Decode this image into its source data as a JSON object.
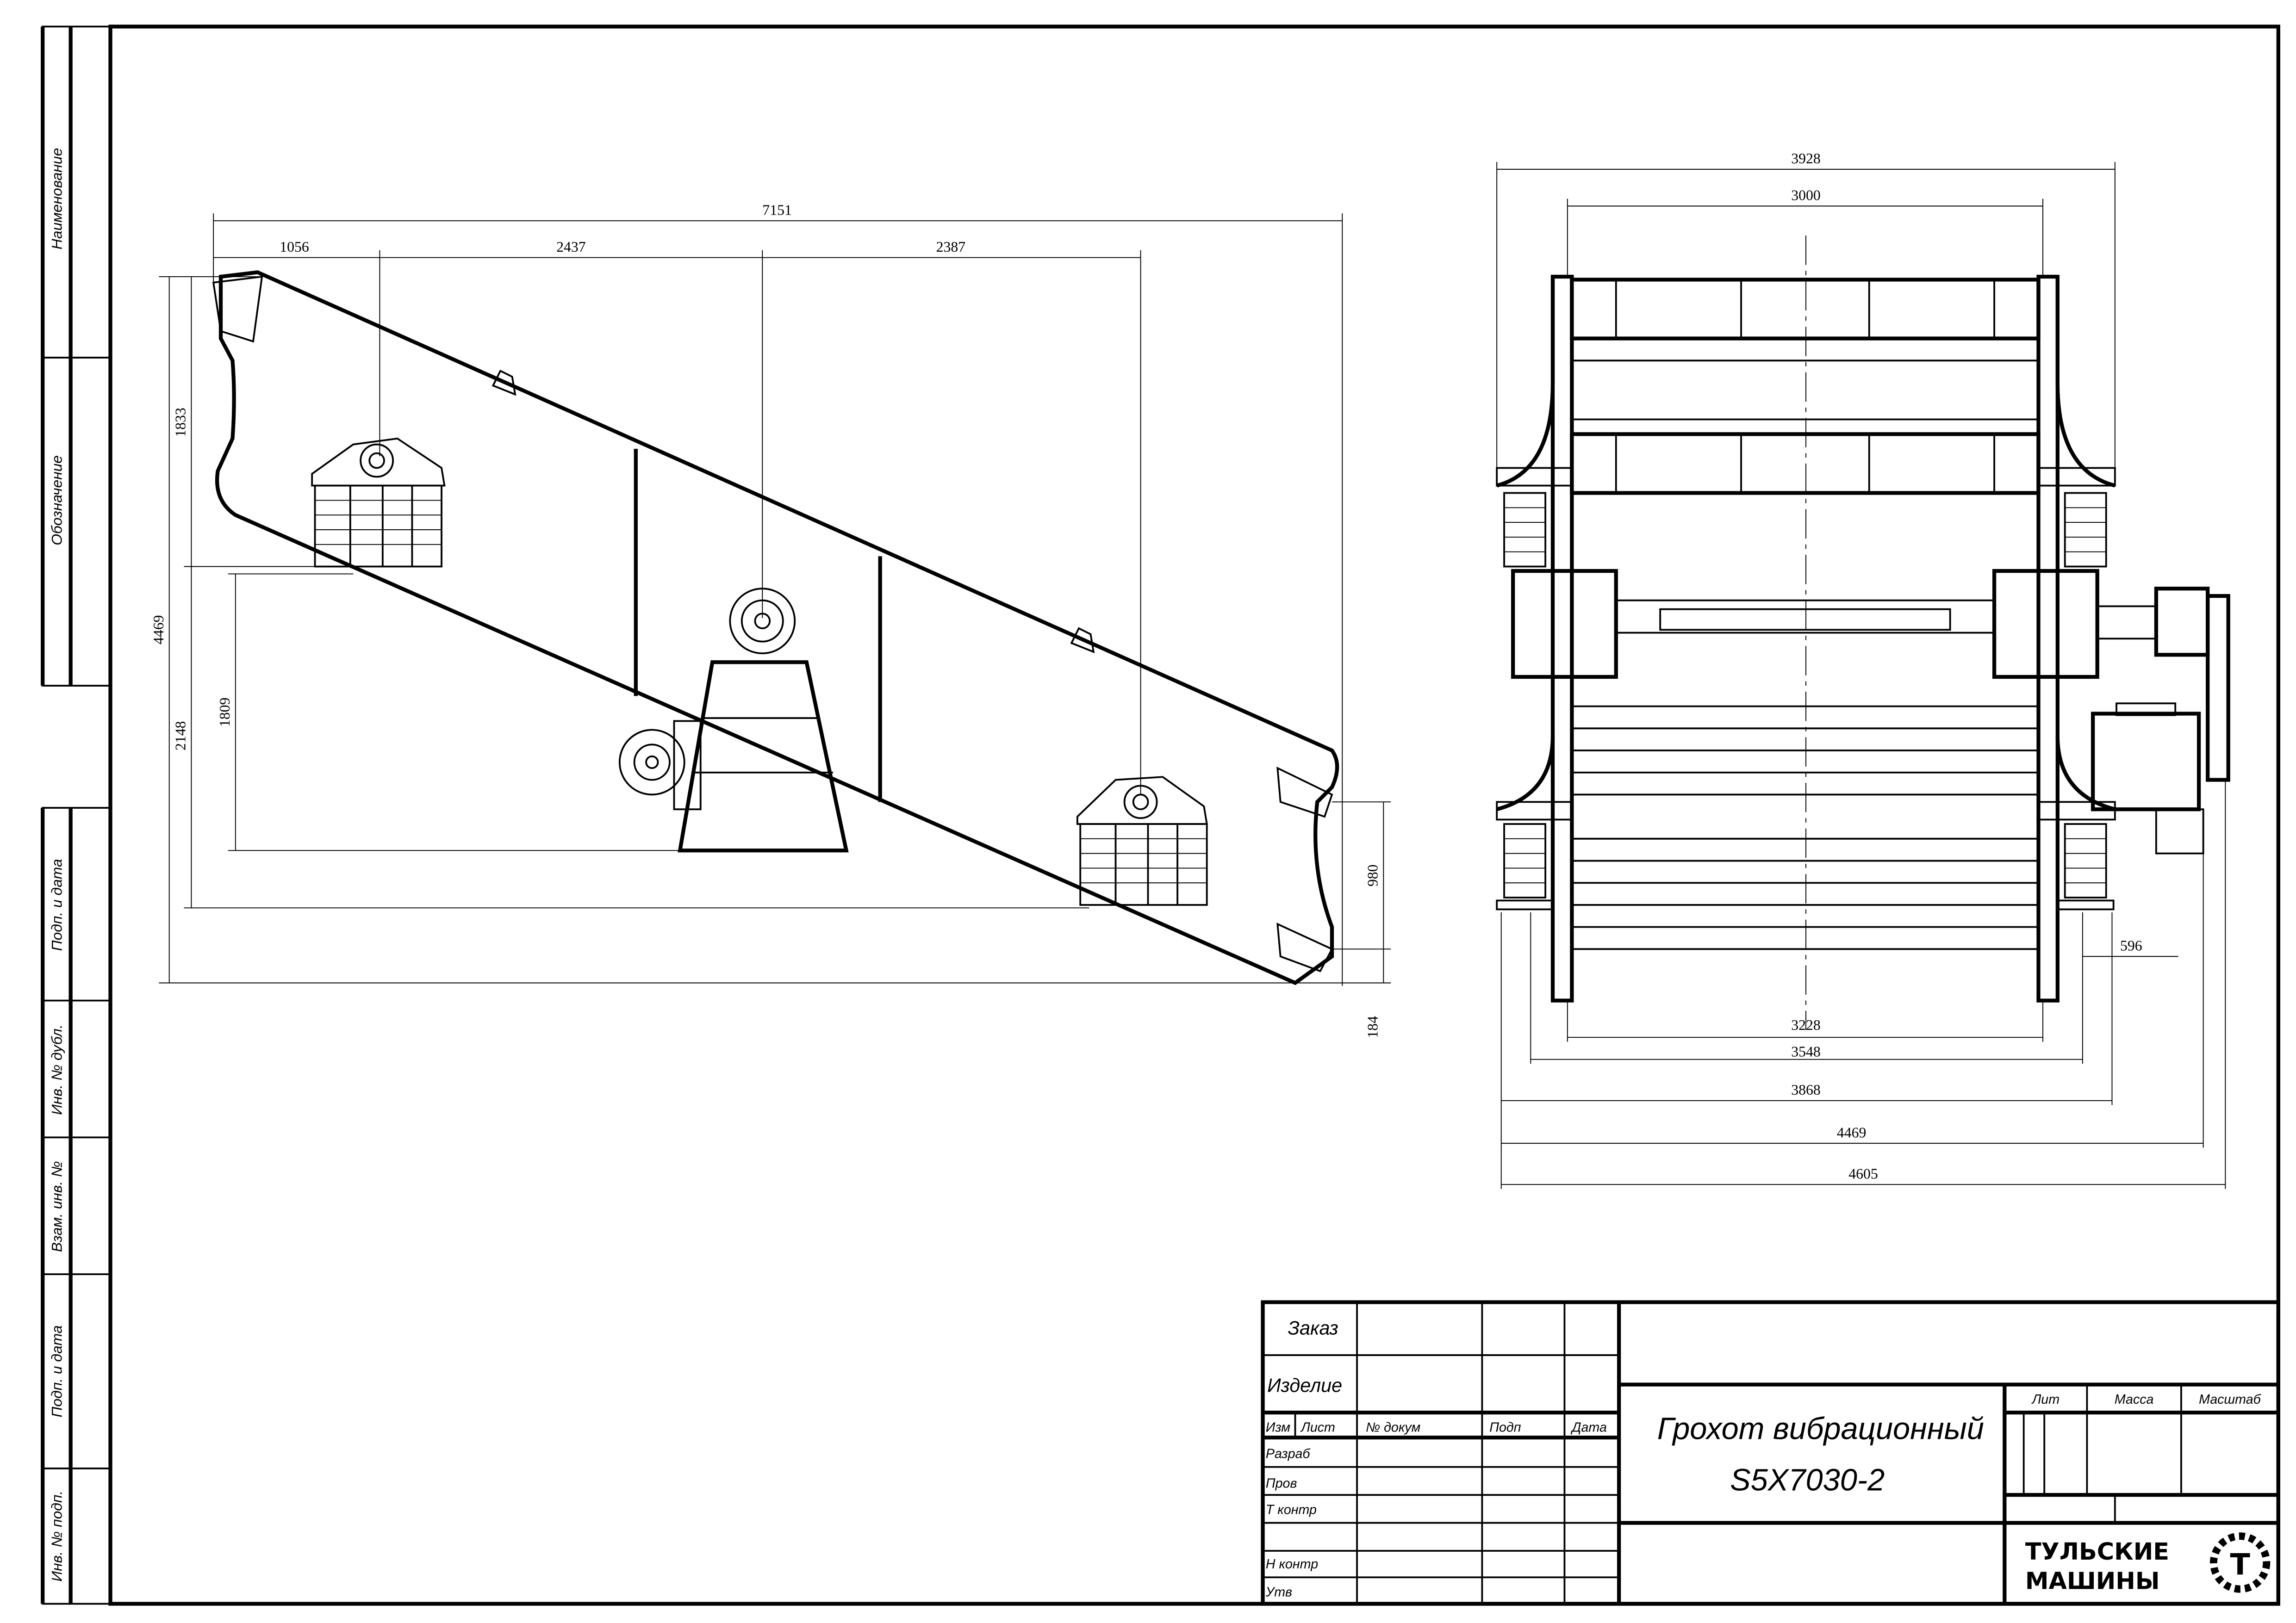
{
  "side_strip": {
    "fields": [
      "Наименование",
      "Обозначение",
      "Подп. и дата",
      "Инв. № дубл.",
      "Взам. инв. №",
      "Подп. и дата",
      "Инв. № подп."
    ]
  },
  "side_view": {
    "dims": {
      "overall_length": "7151",
      "seg1": "1056",
      "seg2": "2437",
      "seg3": "2387",
      "overall_height": "4469",
      "h_upper": "1833",
      "h_lower": "2148",
      "h_support": "1809",
      "h_discharge": "980",
      "h_bottom": "184"
    }
  },
  "end_view": {
    "dims": {
      "top_outer": "3928",
      "top_inner": "3000",
      "b1": "3228",
      "b2": "3548",
      "b3": "3868",
      "b4": "4469",
      "b5": "4605",
      "motor_offset": "596"
    }
  },
  "title_block": {
    "order_label": "Заказ",
    "product_label": "Изделие",
    "headers": [
      "Изм",
      "Лист",
      "№ докум",
      "Подп",
      "Дата"
    ],
    "roles": [
      "Разраб",
      "Пров",
      "Т контр",
      "",
      "Н контр",
      "Утв"
    ],
    "title_line1": "Грохот вибрационный",
    "title_line2": "S5X7030-2",
    "lit_label": "Лит",
    "mass_label": "Масса",
    "scale_label": "Масштаб",
    "company_line1": "ТУЛЬСКИЕ",
    "company_line2": "МАШИНЫ"
  }
}
